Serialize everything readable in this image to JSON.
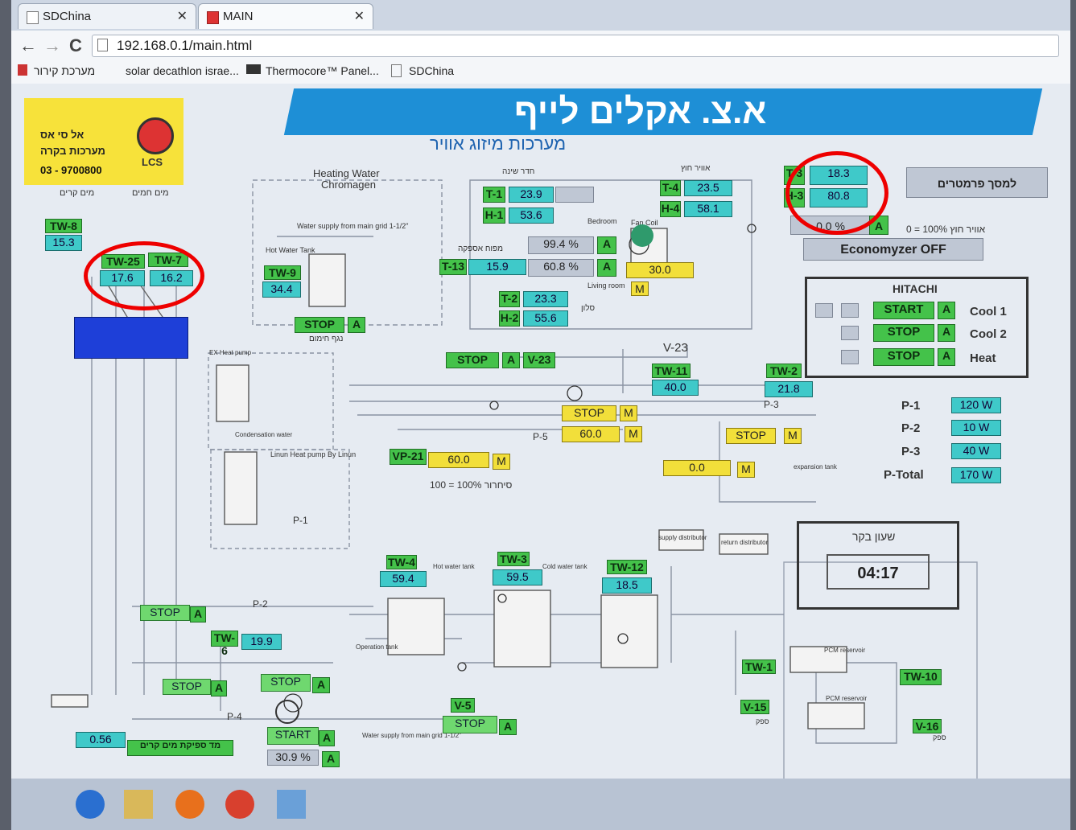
{
  "tabs": [
    {
      "label": "SDChina"
    },
    {
      "label": "MAIN"
    }
  ],
  "address": {
    "url": "192.168.0.1/main.html"
  },
  "bookmarks": [
    "מערכת קירור",
    "solar decathlon israe...",
    "Thermocore™ Panel...",
    "SDChina"
  ],
  "logo": {
    "line1": "אל סי אס",
    "line2": "מערכות בקרה",
    "phone": "03 - 9700800",
    "seal": "LCS"
  },
  "header": {
    "brand": "א.צ. אקלים לייף",
    "subtitle": "מערכות מיזוג אוויר"
  },
  "labels": {
    "cold_water": "מים קרים",
    "hot_water": "מים חמים",
    "heating_water": "Heating Water",
    "chromagen": "Chromagen",
    "water_supply": "Water supply from main grid 1-1/2\"",
    "hot_water_tank": "Hot Water Tank",
    "bedroom_hdr": "חדר שינה",
    "outdoor_air_hdr": "אוויר חוץ",
    "supply_air": "מפוח אספקה",
    "bedroom": "Bedroom",
    "fan_coil": "Fan Coil",
    "living_room": "Living room",
    "salon": "סלון",
    "heating_valve": "נגף חימום",
    "ex_heat_pump": "EX Heat pump",
    "condensation": "Condensation water",
    "linun_hp": "Linun Heat pump By Linun",
    "p1": "P-1",
    "p2": "P-2",
    "p4": "P-4",
    "p5": "P-5",
    "p3": "P-3",
    "recirc": "סיחרור 100% = 100",
    "outdoor_100": "אוויר חוץ 100% = 0",
    "expansion_tank": "expansion tank",
    "supply_dist": "supply distributor",
    "return_dist": "return distributor",
    "hot_tank": "Hot water tank",
    "cold_tank": "Cold water tank",
    "pcm1": "PCM reservoir",
    "pcm2": "PCM reservoir",
    "operation_tank": "Operation tank",
    "water_grid": "Water supply from main grid 1-1/2\"",
    "cold_water_flow": "מד ספיקת מים קרים",
    "v15_lbl": "ספק",
    "v16_lbl": "ספק"
  },
  "sensors": {
    "tw8": {
      "label": "TW-8",
      "value": "15.3"
    },
    "tw25": {
      "label": "TW-25",
      "value": "17.6"
    },
    "tw7": {
      "label": "TW-7",
      "value": "16.2"
    },
    "tw9": {
      "label": "TW-9",
      "value": "34.4"
    },
    "t1": {
      "label": "T-1",
      "value": "23.9"
    },
    "h1": {
      "label": "H-1",
      "value": "53.6"
    },
    "t4": {
      "label": "T-4",
      "value": "23.5"
    },
    "h4": {
      "label": "H-4",
      "value": "58.1"
    },
    "t3": {
      "label": "T-3",
      "value": "18.3"
    },
    "h3": {
      "label": "H-3",
      "value": "80.8"
    },
    "t13": {
      "label": "T-13",
      "value": "15.9"
    },
    "t2": {
      "label": "T-2",
      "value": "23.3"
    },
    "h2": {
      "label": "H-2",
      "value": "55.6"
    },
    "tw11": {
      "label": "TW-11",
      "value": "40.0"
    },
    "tw2": {
      "label": "TW-2",
      "value": "21.8"
    },
    "tw4": {
      "label": "TW-4",
      "value": "59.4"
    },
    "tw3": {
      "label": "TW-3",
      "value": "59.5"
    },
    "tw12": {
      "label": "TW-12",
      "value": "18.5"
    },
    "tw6": {
      "label": "TW-6",
      "value": "19.9"
    },
    "tw1": {
      "label": "TW-1"
    },
    "tw10": {
      "label": "TW-10"
    }
  },
  "valves": {
    "v23": "V-23",
    "v23b": "V-23",
    "v5": "V-5",
    "v15": "V-15",
    "v16": "V-16",
    "vp21": "VP-21"
  },
  "percents": {
    "p994": "99.4 %",
    "p608": "60.8 %",
    "p00": "0.0 %",
    "p309": "30.9 %"
  },
  "yellow": {
    "fan": "30.0",
    "p5": "60.0",
    "vp21": "60.0",
    "p3": "0.0"
  },
  "buttons": {
    "stop": "STOP",
    "start": "START",
    "a": "A",
    "m": "M",
    "economyzer": "Economyzer OFF",
    "params": "למסך פרמטרים"
  },
  "hitachi": {
    "title": "HITACHI",
    "rows": [
      {
        "state": "START",
        "mode": "Cool 1"
      },
      {
        "state": "STOP",
        "mode": "Cool 2"
      },
      {
        "state": "STOP",
        "mode": "Heat"
      }
    ]
  },
  "power": [
    {
      "label": "P-1",
      "value": "120 W"
    },
    {
      "label": "P-2",
      "value": "10 W"
    },
    {
      "label": "P-3",
      "value": "40 W"
    },
    {
      "label": "P-Total",
      "value": "170 W"
    }
  ],
  "clock": {
    "title": "שעון בקר",
    "time": "04:17"
  },
  "flow": {
    "value": "0.56",
    "label": "מד ספיקת מים קרים"
  },
  "colors": {
    "accent_ring": "#ee0000",
    "brand_blue": "#1e8fd6",
    "green": "#44c24a",
    "cyan": "#3fc9c9",
    "yellow": "#f2df3a"
  }
}
